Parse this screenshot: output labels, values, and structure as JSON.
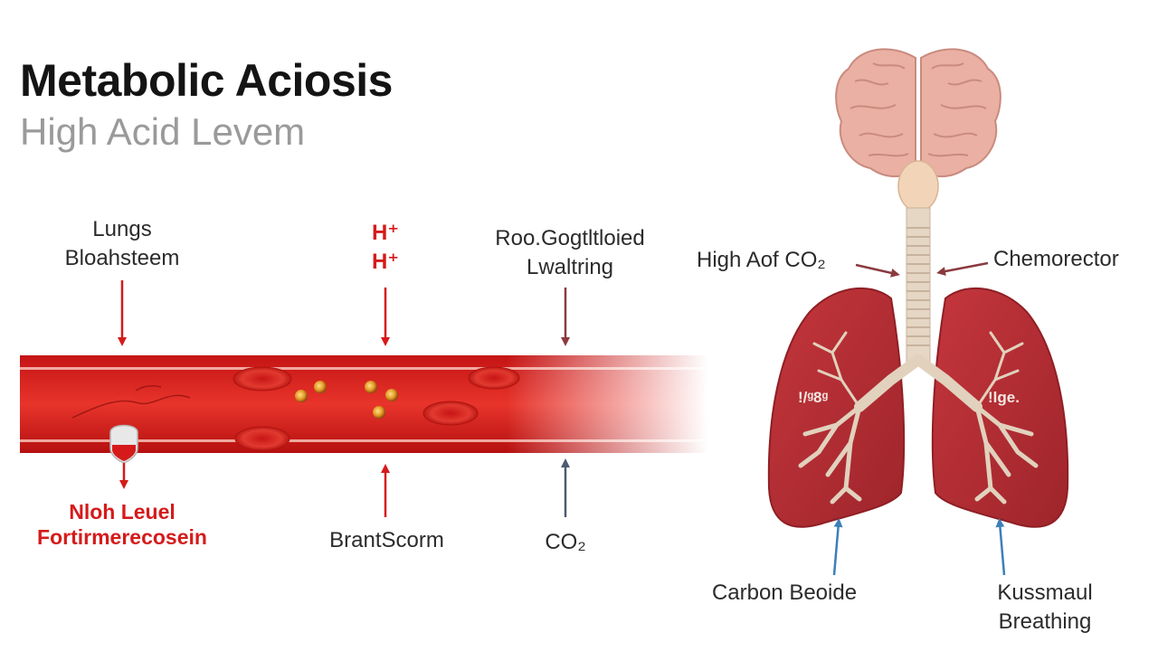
{
  "header": {
    "title": "Metabolic Aciosis",
    "subtitle": "High Acid Levem"
  },
  "blood_vessel_labels": {
    "top_left_line1": "Lungs",
    "top_left_line2": "Bloahsteem",
    "top_center_line1": "H⁺",
    "top_center_line2": "H⁺",
    "top_right_line1": "Roo.Gogtltloied",
    "top_right_line2": "Lwaltring",
    "bottom_left_line1": "Nloh Leuel",
    "bottom_left_line2": "Fortirmerecosein",
    "bottom_center": "BrantScorm",
    "bottom_right": "CO₂"
  },
  "respiratory_labels": {
    "left_arrow": "High Aof CO₂",
    "right_arrow": "Chemorector",
    "left_lung_text": "!/ᵍ8ᵍ",
    "right_lung_text": "!lge.",
    "bottom_left": "Carbon Beoide",
    "bottom_right_line1": "Kussmaul",
    "bottom_right_line2": "Breathing"
  },
  "colors": {
    "blood_red": "#d9231f",
    "arrow_red": "#d61a1a",
    "arrow_maroon": "#8b3a40",
    "arrow_blue": "#3d7fb8",
    "lung_red": "#b32f35",
    "brain_pink": "#eab0a3"
  }
}
